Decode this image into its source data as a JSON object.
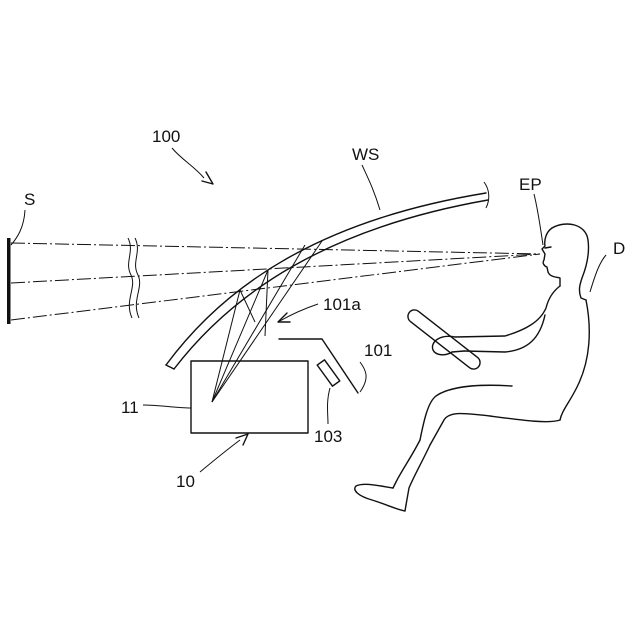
{
  "figure": {
    "labels": {
      "system": "100",
      "screen": "S",
      "windshield": "WS",
      "eye_point": "EP",
      "driver": "D",
      "opening": "101a",
      "dashboard": "101",
      "display_unit": "10",
      "display": "11",
      "cover": "103"
    }
  }
}
